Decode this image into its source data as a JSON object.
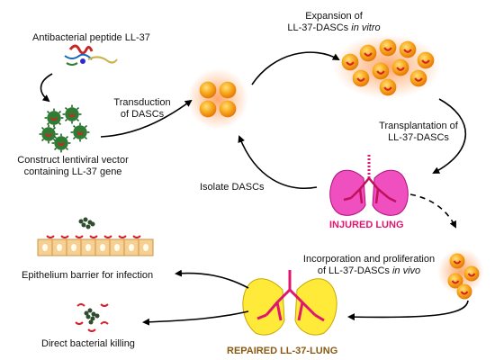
{
  "labels": {
    "peptide": "Antibacterial peptide LL-37",
    "construct_line1": "Construct lentiviral vector",
    "construct_line2": "containing LL-37 gene",
    "transduction_line1": "Transduction",
    "transduction_line2": "of DASCs",
    "expansion_line1": "Expansion of",
    "expansion_line2_prefix": "LL-37-DASCs ",
    "expansion_line2_italic": "in vitro",
    "transplant_line1": "Transplantation of",
    "transplant_line2": "LL-37-DASCs",
    "isolate": "Isolate DASCs",
    "injured_lung": "INJURED LUNG",
    "incorporation_line1": "Incorporation and proliferation",
    "incorporation_line2_prefix": "of LL-37-DASCs ",
    "incorporation_line2_italic": "in vivo",
    "epithelium": "Epithelium barrier for infection",
    "killing": "Direct bacterial killing",
    "repaired_lung": "REPAIRED  LL-37-LUNG"
  },
  "colors": {
    "injured_lung_fill": "#f04fc0",
    "repaired_lung_fill": "#ffea3a",
    "airway": "#e0156e",
    "cell_orange": "#f7a81b",
    "virus_green": "#2e7d32",
    "title_pink": "#e0156e",
    "title_brown": "#8a5a12"
  }
}
